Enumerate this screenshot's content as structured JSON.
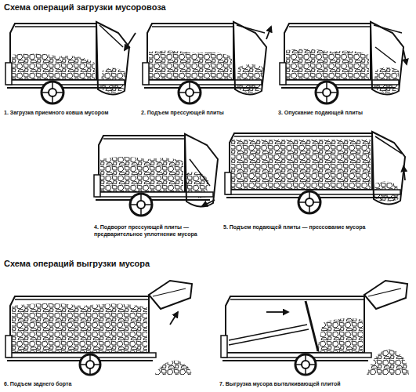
{
  "diagram": {
    "title": "Схема операций загрузки мусоровоза",
    "labels": [
      "1. Загрузка приемного ковша мусором",
      "2. Подъем прессующей плиты",
      "3. Опускание подающей плиты",
      "4. Подворот прессующей плиты — предварительное уплотнение мусора",
      "5. Подъем подающей плиты — прессование мусора",
      "Схема операций выгрузки мусора",
      "6. Подъем заднего борта",
      "7. Выгрузка мусора выталкивающей плитой"
    ]
  }
}
